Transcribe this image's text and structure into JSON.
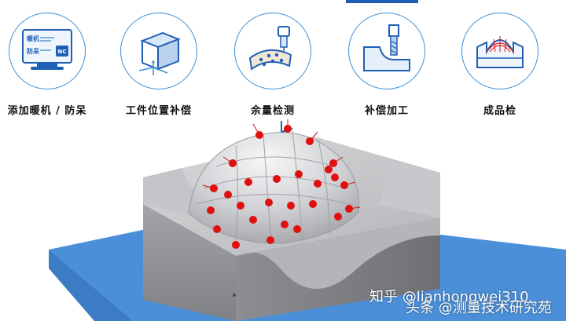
{
  "steps": [
    {
      "label": "添加暖机 / 防呆",
      "icon": "monitor-nc-icon",
      "screen_lines": [
        "暖机",
        "防呆"
      ],
      "badge": "NC"
    },
    {
      "label": "工件位置补偿",
      "icon": "cube-alignment-icon"
    },
    {
      "label": "余量检测",
      "icon": "probe-surface-icon"
    },
    {
      "label": "补偿加工",
      "icon": "milling-cutter-icon"
    },
    {
      "label": "成品检",
      "icon": "inspected-part-icon"
    }
  ],
  "watermark": {
    "zhihu_text": "知乎 @lianhongwei310",
    "toutiao_text": "头条 @测量技术研究苑"
  },
  "colors": {
    "accent_blue": "#1f5fb5",
    "circle_border": "#3a8fd6",
    "base_plate": "#4a8fd8",
    "probe_point": "#e01010"
  }
}
